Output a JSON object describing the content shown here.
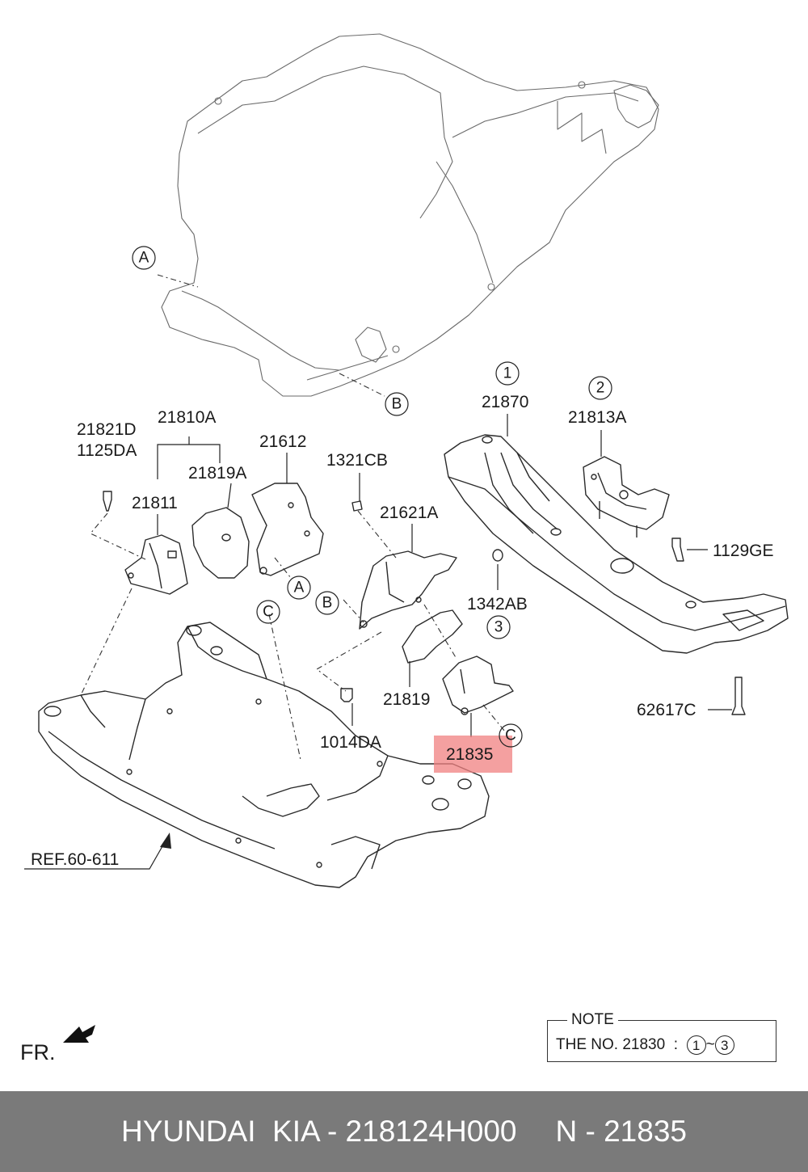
{
  "labels": {
    "p21821D": "21821D",
    "p1125DA": "1125DA",
    "p21810A": "21810A",
    "p21811": "21811",
    "p21819A": "21819A",
    "p21612": "21612",
    "p1321CB": "1321CB",
    "p21621A": "21621A",
    "p21870": "21870",
    "p21813A": "21813A",
    "p1129GE": "1129GE",
    "p1342AB": "1342AB",
    "p21819": "21819",
    "p1014DA": "1014DA",
    "p21835": "21835",
    "p62617C": "62617C",
    "ref": "REF.60-611"
  },
  "callouts": {
    "A": "A",
    "B": "B",
    "C": "C",
    "n1": "1",
    "n2": "2",
    "n3": "3"
  },
  "highlight": {
    "part": "21835",
    "color": "#f08080"
  },
  "note": {
    "title": "NOTE",
    "text": "THE NO. 21830",
    "sep": ":",
    "from": "1",
    "tilde": "~",
    "to": "3"
  },
  "fr_label": "FR.",
  "footer": {
    "brand_part": "HYUNDAI  KIA - 218124H000",
    "ref_part": "N - 21835"
  }
}
